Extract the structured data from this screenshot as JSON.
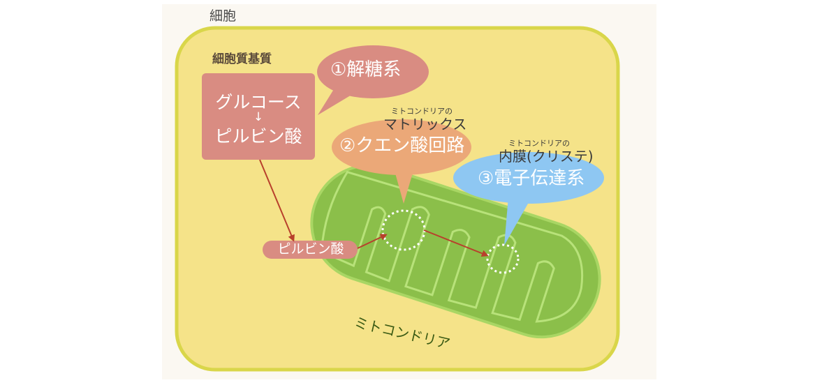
{
  "labels": {
    "cell": "細胞",
    "cytoplasm": "細胞質基質",
    "glycolysis": "①解糖系",
    "glucose": "グルコース",
    "arrow_down": "↓",
    "pyruvate_in_box": "ピルビン酸",
    "matrix_caption": "ミトコンドリアの",
    "matrix": "マトリックス",
    "citric_acid_cycle": "②クエン酸回路",
    "inner_membrane_caption": "ミトコンドリアの",
    "inner_membrane": "内膜(クリステ)",
    "electron_transport": "③電子伝達系",
    "pyruvate_pill": "ピルビン酸",
    "mitochondria": "ミトコンドリア"
  },
  "colors": {
    "cell_fill": "#f5e389",
    "cell_border": "#d9d64a",
    "glycolysis_bubble": "#d98c82",
    "glucose_box": "#d98c82",
    "citric_bubble": "#eba878",
    "etc_bubble": "#8ec7f2",
    "mito_outer": "#8bbf4a",
    "mito_line": "#b8e27a",
    "arrow": "#b8402c",
    "dotted_circle": "#ffffff"
  }
}
